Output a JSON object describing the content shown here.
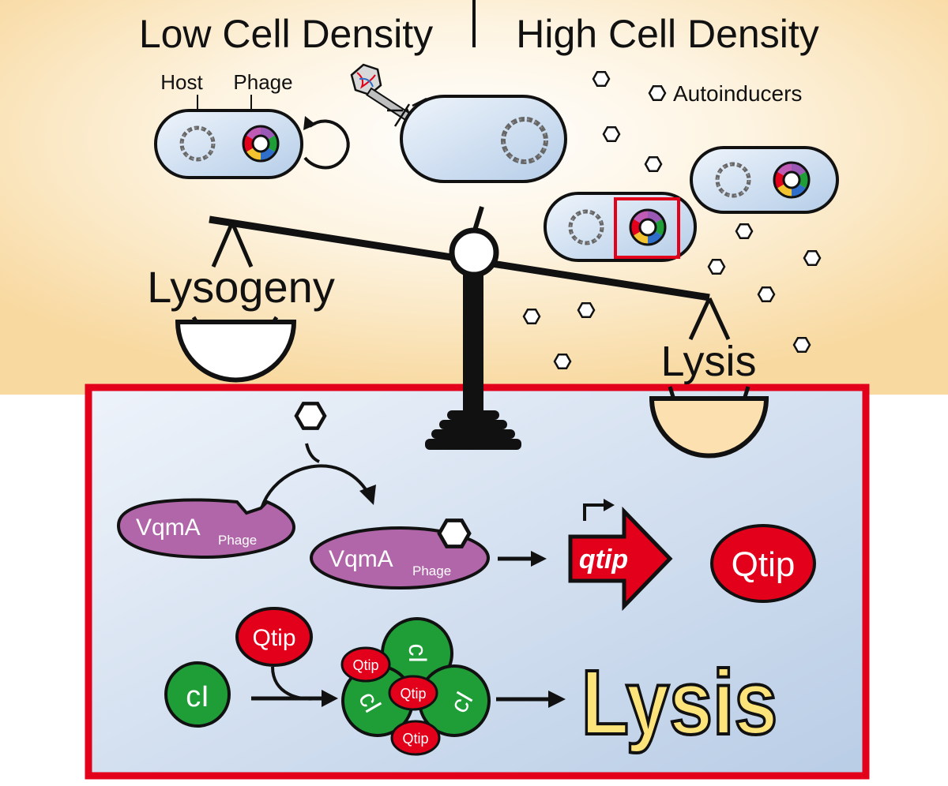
{
  "top": {
    "left_title": "Low Cell Density",
    "right_title": "High Cell Density",
    "label_host": "Host",
    "label_phage": "Phage",
    "label_autoinducers": "Autoinducers",
    "balance_left": "Lysogeny",
    "balance_right": "Lysis"
  },
  "mechanism": {
    "vqma_main": "VqmA",
    "vqma_sub": "Phage",
    "qtip_gene": "qtip",
    "qtip_protein": "Qtip",
    "ci": "cI",
    "complex_ci": "cI",
    "complex_qtip": "Qtip",
    "outcome": "Lysis"
  },
  "colors": {
    "background_warm": "#fbe2b4",
    "panel_blue": "#c6d6ea",
    "border_red": "#e2001a",
    "vqma_purple": "#b066a8",
    "qtip_red": "#e2001a",
    "ci_green": "#1f9e38",
    "lysis_yellow": "#fde47a",
    "cell_fill": "#cfe0f2"
  }
}
